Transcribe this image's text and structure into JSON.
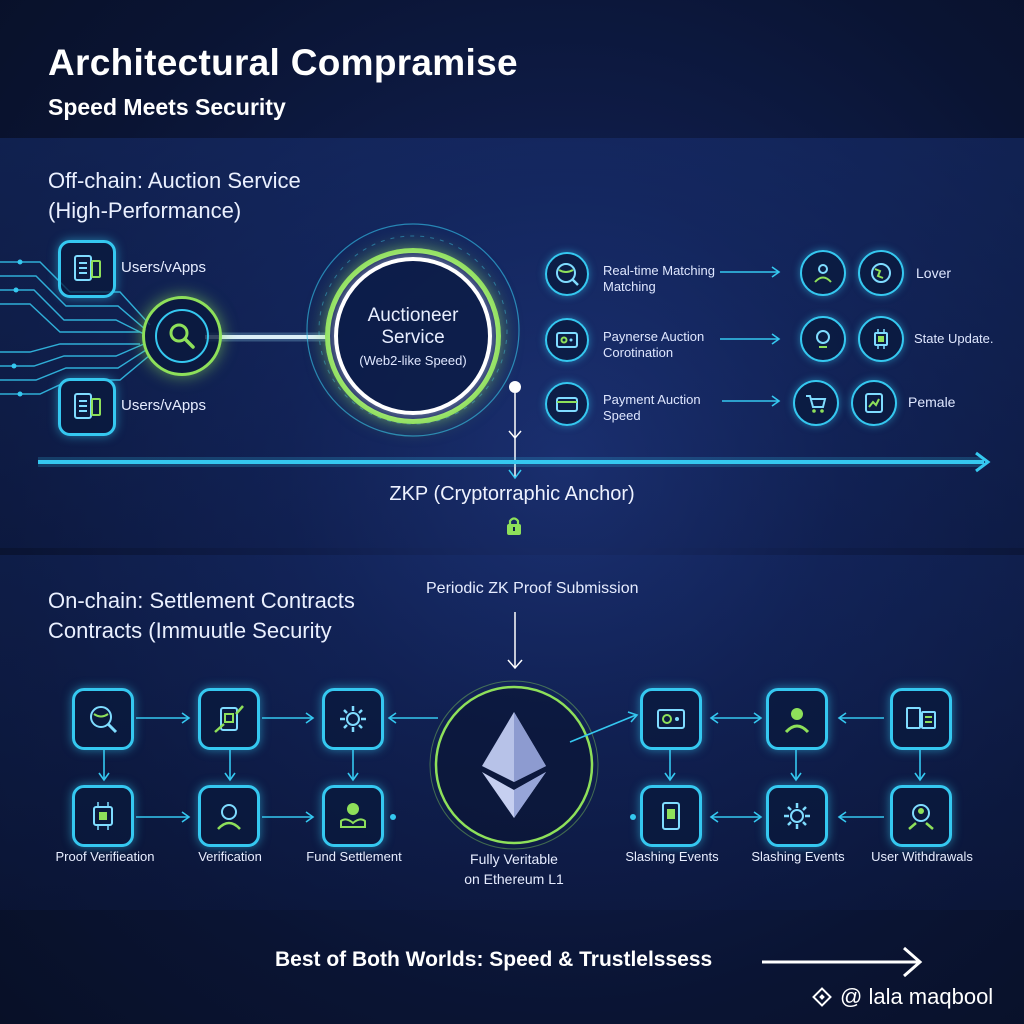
{
  "header": {
    "title": "Architectural Compramise",
    "subtitle": "Speed Meets Security"
  },
  "offchain": {
    "title_line1": "Off-chain: Auction Service",
    "title_line2": "(High-Performance)",
    "users_top": "Users/vApps",
    "users_bottom": "Users/vApps",
    "auctioneer_line1": "Auctioneer",
    "auctioneer_line2": "Service",
    "auctioneer_line3": "(Web2-like Speed)",
    "rows": [
      {
        "label_line1": "Real-time Matching",
        "label_line2": "Matching",
        "right_label": "Lover"
      },
      {
        "label_line1": "Paynerse Auction",
        "label_line2": "Corotination",
        "right_label": "State Update."
      },
      {
        "label_line1": "Payment Auction",
        "label_line2": "Speed",
        "right_label": "Pemale"
      }
    ]
  },
  "zkp": {
    "label": "ZKP (Cryptorraphic Anchor)"
  },
  "onchain": {
    "title_line1": "On-chain: Settlement Contracts",
    "title_line2": "Contracts (Immuutle Security",
    "proof_submission": "Periodic ZK Proof Submission",
    "ethereum_line1": "Fully Veritable",
    "ethereum_line2": "on Ethereum L1",
    "left_captions": [
      "Proof Verifieation",
      "Verification",
      "Fund Settlement"
    ],
    "right_captions": [
      "Slashing Events",
      "Slashing Events",
      "User Withdrawals"
    ]
  },
  "footer": {
    "tagline": "Best of Both Worlds: Speed & Trustlelssess",
    "watermark": "@ lala maqbool"
  },
  "colors": {
    "accent_cyan": "#35c8f0",
    "accent_green": "#8ee05a",
    "background": "#0f1d4a"
  }
}
